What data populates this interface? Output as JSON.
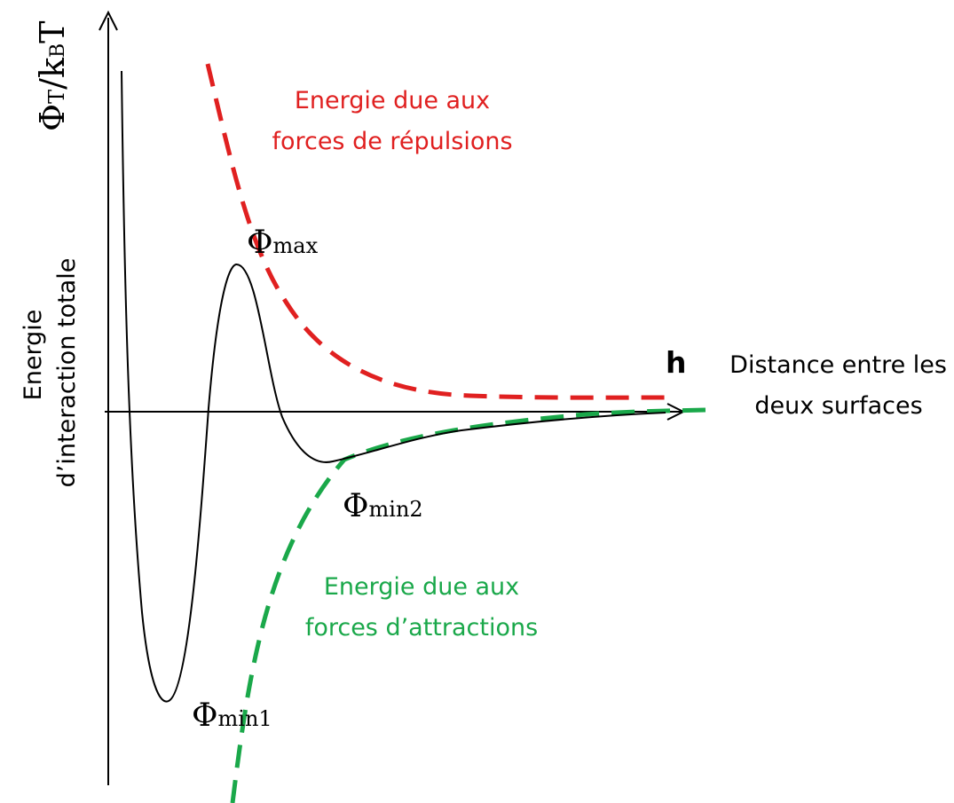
{
  "y_axis": {
    "symbol_main": "Φ",
    "symbol_sub": "T",
    "symbol_tail": "/k",
    "symbol_tail_sub": "B",
    "symbol_end": "T",
    "label_line1": "Energie",
    "label_line2": "d’interaction totale"
  },
  "x_axis": {
    "symbol": "h",
    "label_line1": "Distance entre les",
    "label_line2": "deux surfaces"
  },
  "curves": {
    "repulsion": {
      "color": "#e02020",
      "label_line1": "Energie due aux",
      "label_line2": "forces de répulsions"
    },
    "attraction": {
      "color": "#1aa84a",
      "label_line1": "Energie due aux",
      "label_line2": "forces d’attractions"
    },
    "total": {
      "color": "#000000"
    }
  },
  "points": {
    "max": {
      "symbol": "Φ",
      "sub": "max"
    },
    "min1": {
      "symbol": "Φ",
      "sub": "min1"
    },
    "min2": {
      "symbol": "Φ",
      "sub": "min2"
    }
  }
}
